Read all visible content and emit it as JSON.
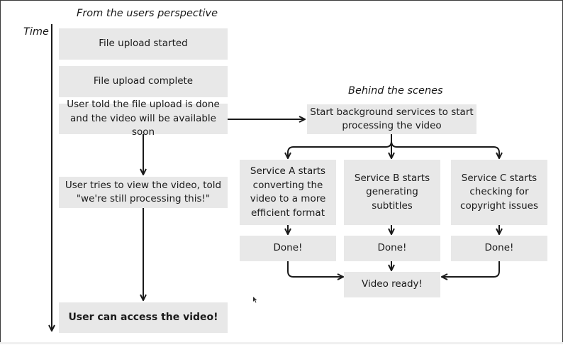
{
  "headings": {
    "user_perspective": "From the users perspective",
    "behind_scenes": "Behind the scenes",
    "time_axis": "Time"
  },
  "user_flow": {
    "step1": "File upload started",
    "step2": "File upload complete",
    "step3": "User told the file upload is done and the video will be available soon",
    "step4": "User tries to view the video, told \"we're still processing this!\"",
    "step5": "User can access the video!"
  },
  "background_flow": {
    "start": "Start background services to start processing the video",
    "service_a": "Service A starts converting the video to a more efficient format",
    "service_b": "Service B starts generating subtitles",
    "service_c": "Service C starts checking for copyright issues",
    "done_a": "Done!",
    "done_b": "Done!",
    "done_c": "Done!",
    "ready": "Video ready!"
  },
  "colors": {
    "box_fill": "#e8e8e8",
    "line": "#1a1a1a",
    "border": "#3a3a3a"
  }
}
